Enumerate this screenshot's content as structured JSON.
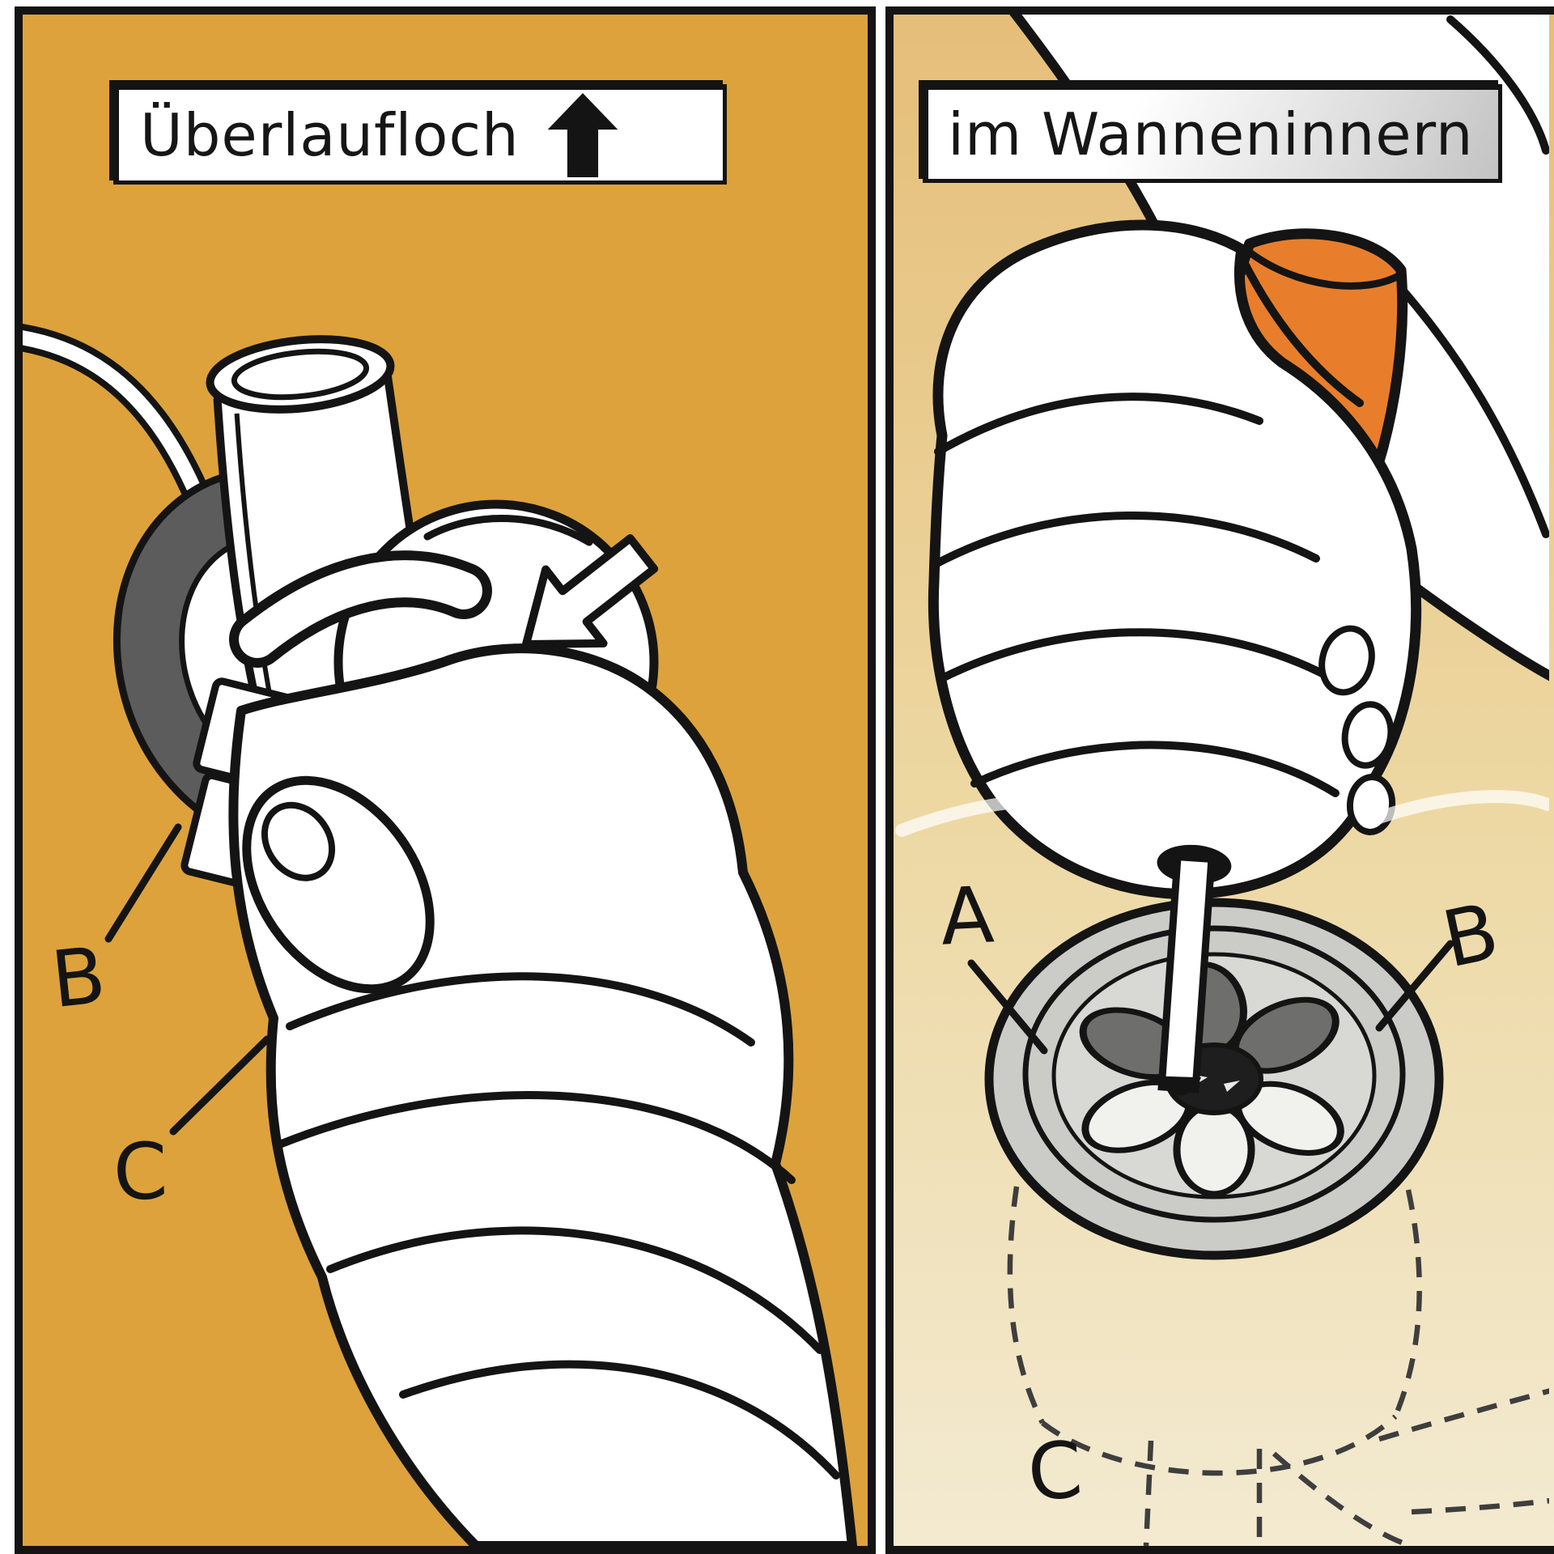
{
  "panels": {
    "left": {
      "title": "Überlaufloch",
      "title_icon": "up-arrow-icon",
      "part_labels": {
        "b": "B",
        "c": "C"
      }
    },
    "right": {
      "title": "im Wanneninnern",
      "part_labels": {
        "a": "A",
        "b": "B",
        "c": "C"
      }
    }
  },
  "icons": {
    "up_arrow": "up-arrow-icon",
    "direction_arrow": "direction-arrow-icon"
  },
  "colors": {
    "left-bg": "#DDA23B",
    "right-bg-top": "#E5BE79",
    "right-bg-mid": "#EDD8A3",
    "right-bg-bottom": "#F3EAD1",
    "outline": "#141414",
    "gasket-gray": "#5C5C5C",
    "handle-orange": "#E87E2B",
    "strainer-gray": "#CBCBC8",
    "strainer-inner-gray": "#D8D8D5",
    "strainer-dark-hole": "#6E6E6C",
    "strainer-light-hole": "#F1F1EE",
    "label-box-bg": "#FFFFFF"
  }
}
